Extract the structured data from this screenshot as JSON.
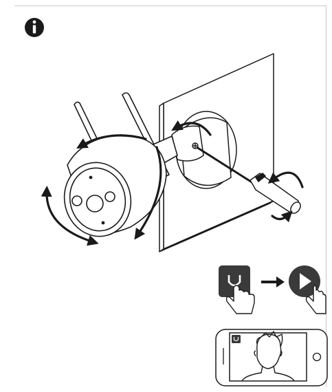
{
  "figure": {
    "info_badge": {
      "icon": "info-icon",
      "glyph": "i"
    },
    "illustration": "camera-mount-adjustment",
    "steps": [
      "tap-u-button",
      "arrow",
      "tap-play-button"
    ],
    "app_preview": {
      "icon": "phone-icon",
      "badge_glyph": "U"
    }
  },
  "colors": {
    "ink": "#1a1a1a",
    "dark_button": "#3a3a3a",
    "border": "#c9c9c9",
    "background": "#ffffff"
  }
}
